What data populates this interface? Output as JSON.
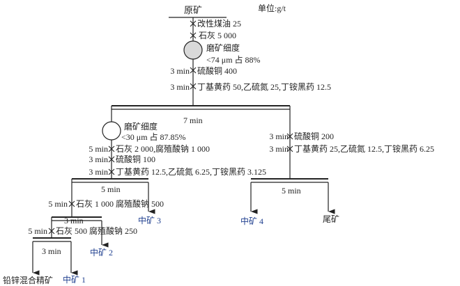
{
  "unit": "单位:g/t",
  "feed": "原矿",
  "stage1": {
    "reagent1": "改性煤油 25",
    "reagent2": "石灰 5 000",
    "grind_title": "磨矿细度",
    "grind_value": "<74 μm 占 88%",
    "cond1_time": "3 min",
    "cond1": "硫酸铜 400",
    "cond2_time": "3 min",
    "cond2": "丁基黄药 50,乙硫氮 25,丁铵黑药 12.5",
    "float_time": "7 min"
  },
  "regrind": {
    "grind_title": "磨矿细度",
    "grind_value": "<30 μm 占 87.85%",
    "c1_time": "5 min",
    "c1": "石灰 2 000,腐殖酸钠 1 000",
    "c2_time": "3 min",
    "c2": "硫酸铜 100",
    "c3_time": "3 min",
    "c3": "丁基黄药 12.5,乙硫氮 6.25,丁铵黑药 3.125",
    "float_time": "5 min"
  },
  "cleaner1": {
    "time": "5 min",
    "reagents": "石灰 1 000 腐殖酸钠 500",
    "float_time": "3 min"
  },
  "cleaner2": {
    "time": "5 min",
    "reagents": "石灰 500 腐殖酸钠 250",
    "float_time": "3 min"
  },
  "scavenger": {
    "c1_time": "3 min",
    "c1": "硫酸铜 200",
    "c2_time": "3 min",
    "c2": "丁基黄药 25,乙硫氮 12.5,丁铵黑药 6.25",
    "float_time": "5 min"
  },
  "products": {
    "concentrate": "铅锌混合精矿",
    "middling1": "中矿 1",
    "middling2": "中矿 2",
    "middling3": "中矿 3",
    "middling4": "中矿 4",
    "tailings": "尾矿"
  }
}
